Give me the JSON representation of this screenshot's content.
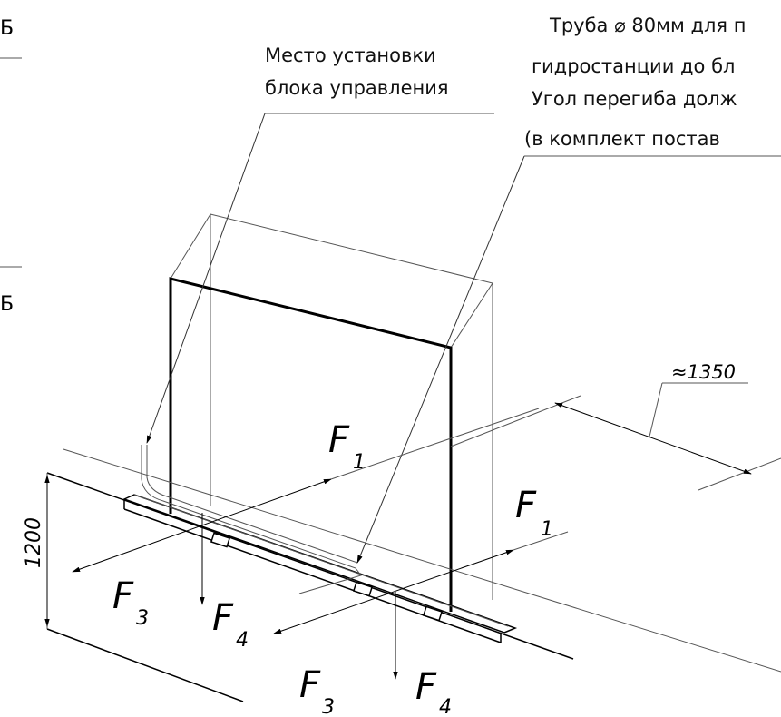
{
  "side_marks": [
    "Б",
    "Б"
  ],
  "callouts": {
    "control_unit": [
      "Место установки",
      "блока управления"
    ],
    "pipe_note": [
      "Труба ⌀ 80мм для п",
      "гидростанции до бл",
      "Угол перегиба долж",
      "(в комплект постав"
    ]
  },
  "dimensions": {
    "depth": "≈1350",
    "height": "1200"
  },
  "forces": {
    "f1_a": {
      "sym": "F",
      "sub": "1"
    },
    "f1_b": {
      "sym": "F",
      "sub": "1"
    },
    "f3_a": {
      "sym": "F",
      "sub": "3"
    },
    "f3_b": {
      "sym": "F",
      "sub": "3"
    },
    "f4_a": {
      "sym": "F",
      "sub": "4"
    },
    "f4_b": {
      "sym": "F",
      "sub": "4"
    }
  }
}
